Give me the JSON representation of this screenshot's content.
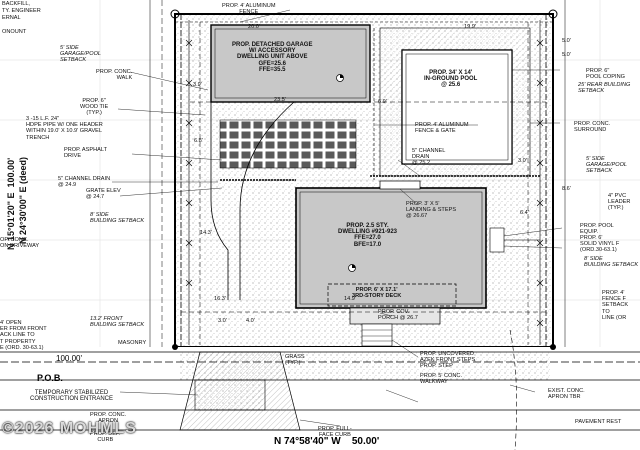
{
  "corner_notes": [
    "BACKFILL,",
    "TY. ENGINEER",
    "ERNAL",
    "ONOUNT"
  ],
  "labels": {
    "alum_fence_top": "PROP. 4' ALUMINUM\nFENCE",
    "garage": "PROP. DETACHED GARAGE\nW/ ACCESSORY\nDWELLING UNIT ABOVE\nGFE=25.6\nFFE=35.5",
    "side_setback_left": "5' SIDE\nGARAGE/POOL\nSETBACK",
    "conc_walk": "PROP. CONC.\nWALK",
    "wood_tie": "PROP. 6\"\nWOOD TIE\n(TYP.)",
    "hdpe": "3 -15 L.F. 24\"\nHDPE PIPE W/ ONE HEADER\nWITHIN 19.0' X 10.9' GRAVEL\nTRENCH",
    "asphalt": "PROP. ASPHALT\nDRIVE",
    "channel_drain_left": "5\" CHANNEL DRAIN\n@ 24.9",
    "grate_elev": "GRATE ELEV\n@ 24.7",
    "bldg_setback_left": "8' SIDE\nBUILDING SETBACK",
    "conc_apron_left": "OP. CONC.\nON DRIVEWAY",
    "open_front": "4' OPEN\nER FROM FRONT\nACK LINE TO\nT PROPERTY\nE (ORD. 30-63.1)",
    "front_setback": "13.2' FRONT\nBUILDING SETBACK",
    "masonry": "MASONRY",
    "pool": "PROP. 34' X 14'\nIN-GROUND POOL\n@ 25.6",
    "pool_coping": "PROP. 6\"\nPOOL COPING",
    "rear_setback": "25' REAR BUILDING\nSETBACK",
    "alum_fence_gate": "PROP. 4' ALUMINUM\nFENCE & GATE",
    "conc_surround": "PROP. CONC.\nSURROUND",
    "channel_drain_mid": "5\" CHANNEL\nDRAIN\n@ 25.2",
    "side_setback_right": "5' SIDE\nGARAGE/POOL\nSETBACK",
    "pvc": "4\" PVC\nLEADER\n(TYP.)",
    "landing_steps": "PROP. 3' X 5'\nLANDING & STEPS\n@ 26.67",
    "dwelling": "PROP. 2.5 STY.\nDWELLING #921-923\nFFE=27.0\nBFE=17.0",
    "deck": "PROP. 6' X 17.1'\n3RD-STORY DECK",
    "pool_equip": "PROP. POOL\nEQUIP.",
    "vinyl_fence": "PROP. 6'\nSOLID VINYL F\n(ORD.30-63.1)",
    "bldg_setback_right": "8' SIDE\nBUILDING SETBACK",
    "fence_right": "PROP. 4'\nFENCE F\nSETBACK\nTO\nLINE (OR",
    "porch": "PROP. COV.\nPORCH @ 26.7",
    "grass": "GRASS\n(TYP.)",
    "uncovered": "PROP. UNCOVERED\nAZEK FRONT STEPS\nPROP. STEP",
    "conc_walkway": "PROP. 5' CONC.\nWALKWAY",
    "pob": "P.O.B.",
    "temp_entrance": "TEMPORARY STABILIZED\nCONSTRUCTION ENTRANCE",
    "apron": "PROP. CONC.\nAPRON",
    "dep_curb": "PROP. DEP.\nCURB",
    "full_face": "PROP. FULL-\nFACE CURB",
    "exist_apron": "EXIST. CONC.\nAPRON TBR",
    "pavement": "PAVEMENT REST"
  },
  "dims": {
    "d_top_a": "20.0'",
    "d_top_b": "19.9'",
    "d_5a": "5.0'",
    "d_5b": "5.0'",
    "d_39": "3.9'",
    "d_235": "23.5'",
    "d_69": "6.9'",
    "d_68": "6.8'",
    "d_30a": "3.0'",
    "d_86": "8.6'",
    "d_64": "6.4'",
    "d_143": "14.3'",
    "d_163": "16.3'",
    "d_149": "14.9'",
    "d_30b": "3.0'",
    "d_40": "4.0'",
    "d_100_left": "100.00'"
  },
  "bearing_left_a": "N 15°01'20\" E  100.00'",
  "bearing_left_b": "N 24°30'00\" E (deed)",
  "bearing_bottom": "N 74°58'40\" W    50.00'",
  "watermark": "©2026 MOHMLS"
}
